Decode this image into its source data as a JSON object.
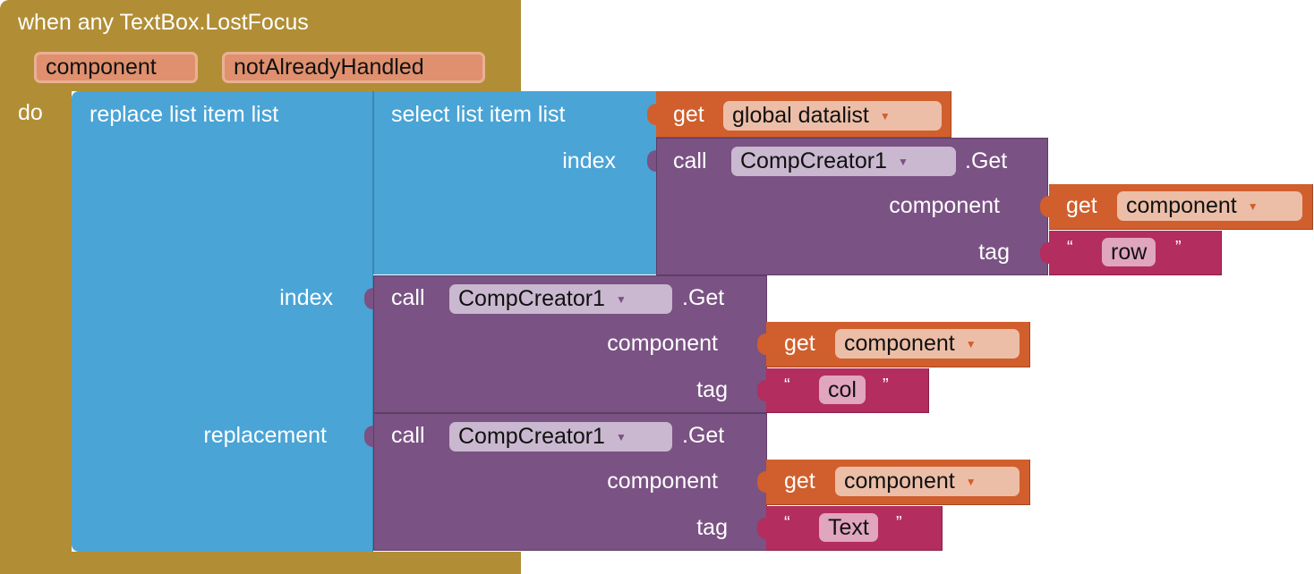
{
  "event": {
    "title": "when any TextBox.LostFocus",
    "params": [
      "component",
      "notAlreadyHandled"
    ],
    "do_label": "do"
  },
  "replace": {
    "label": "replace list item  list",
    "index_label": "index",
    "replacement_label": "replacement"
  },
  "select": {
    "label": "select list item  list",
    "index_label": "index"
  },
  "get_global": {
    "get_label": "get",
    "var": "global datalist"
  },
  "calls": [
    {
      "call_label": "call",
      "component": "CompCreator1",
      "method": ".Get",
      "arg1": "component",
      "arg2": "tag",
      "get_label": "get",
      "get_var": "component",
      "tag_value": "row"
    },
    {
      "call_label": "call",
      "component": "CompCreator1",
      "method": ".Get",
      "arg1": "component",
      "arg2": "tag",
      "get_label": "get",
      "get_var": "component",
      "tag_value": "col"
    },
    {
      "call_label": "call",
      "component": "CompCreator1",
      "method": ".Get",
      "arg1": "component",
      "arg2": "tag",
      "get_label": "get",
      "get_var": "component",
      "tag_value": "Text"
    }
  ],
  "quotes": {
    "open": "“",
    "close": "”"
  },
  "colors": {
    "event": "#b18e35",
    "lists": "#4aa4d6",
    "variables": "#d05f2d",
    "components": "#7a5283",
    "text": "#b32d5e"
  }
}
